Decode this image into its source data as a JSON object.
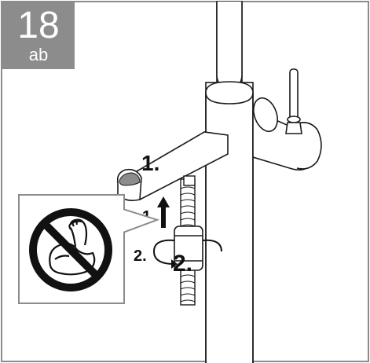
{
  "step": {
    "number": "18",
    "sub_label": "ab"
  },
  "callouts": {
    "lift_main": "1.",
    "lift_small": "1",
    "rotate_left": "2.",
    "rotate_right": "2."
  },
  "colors": {
    "badge_bg": "#8c8c8c",
    "frame_border": "#8c8c8c",
    "panel_fill": "#ffffff",
    "line": "#1a1a1a",
    "prohibit": "#111111"
  },
  "icons": {
    "warning": "no-force-icon"
  }
}
